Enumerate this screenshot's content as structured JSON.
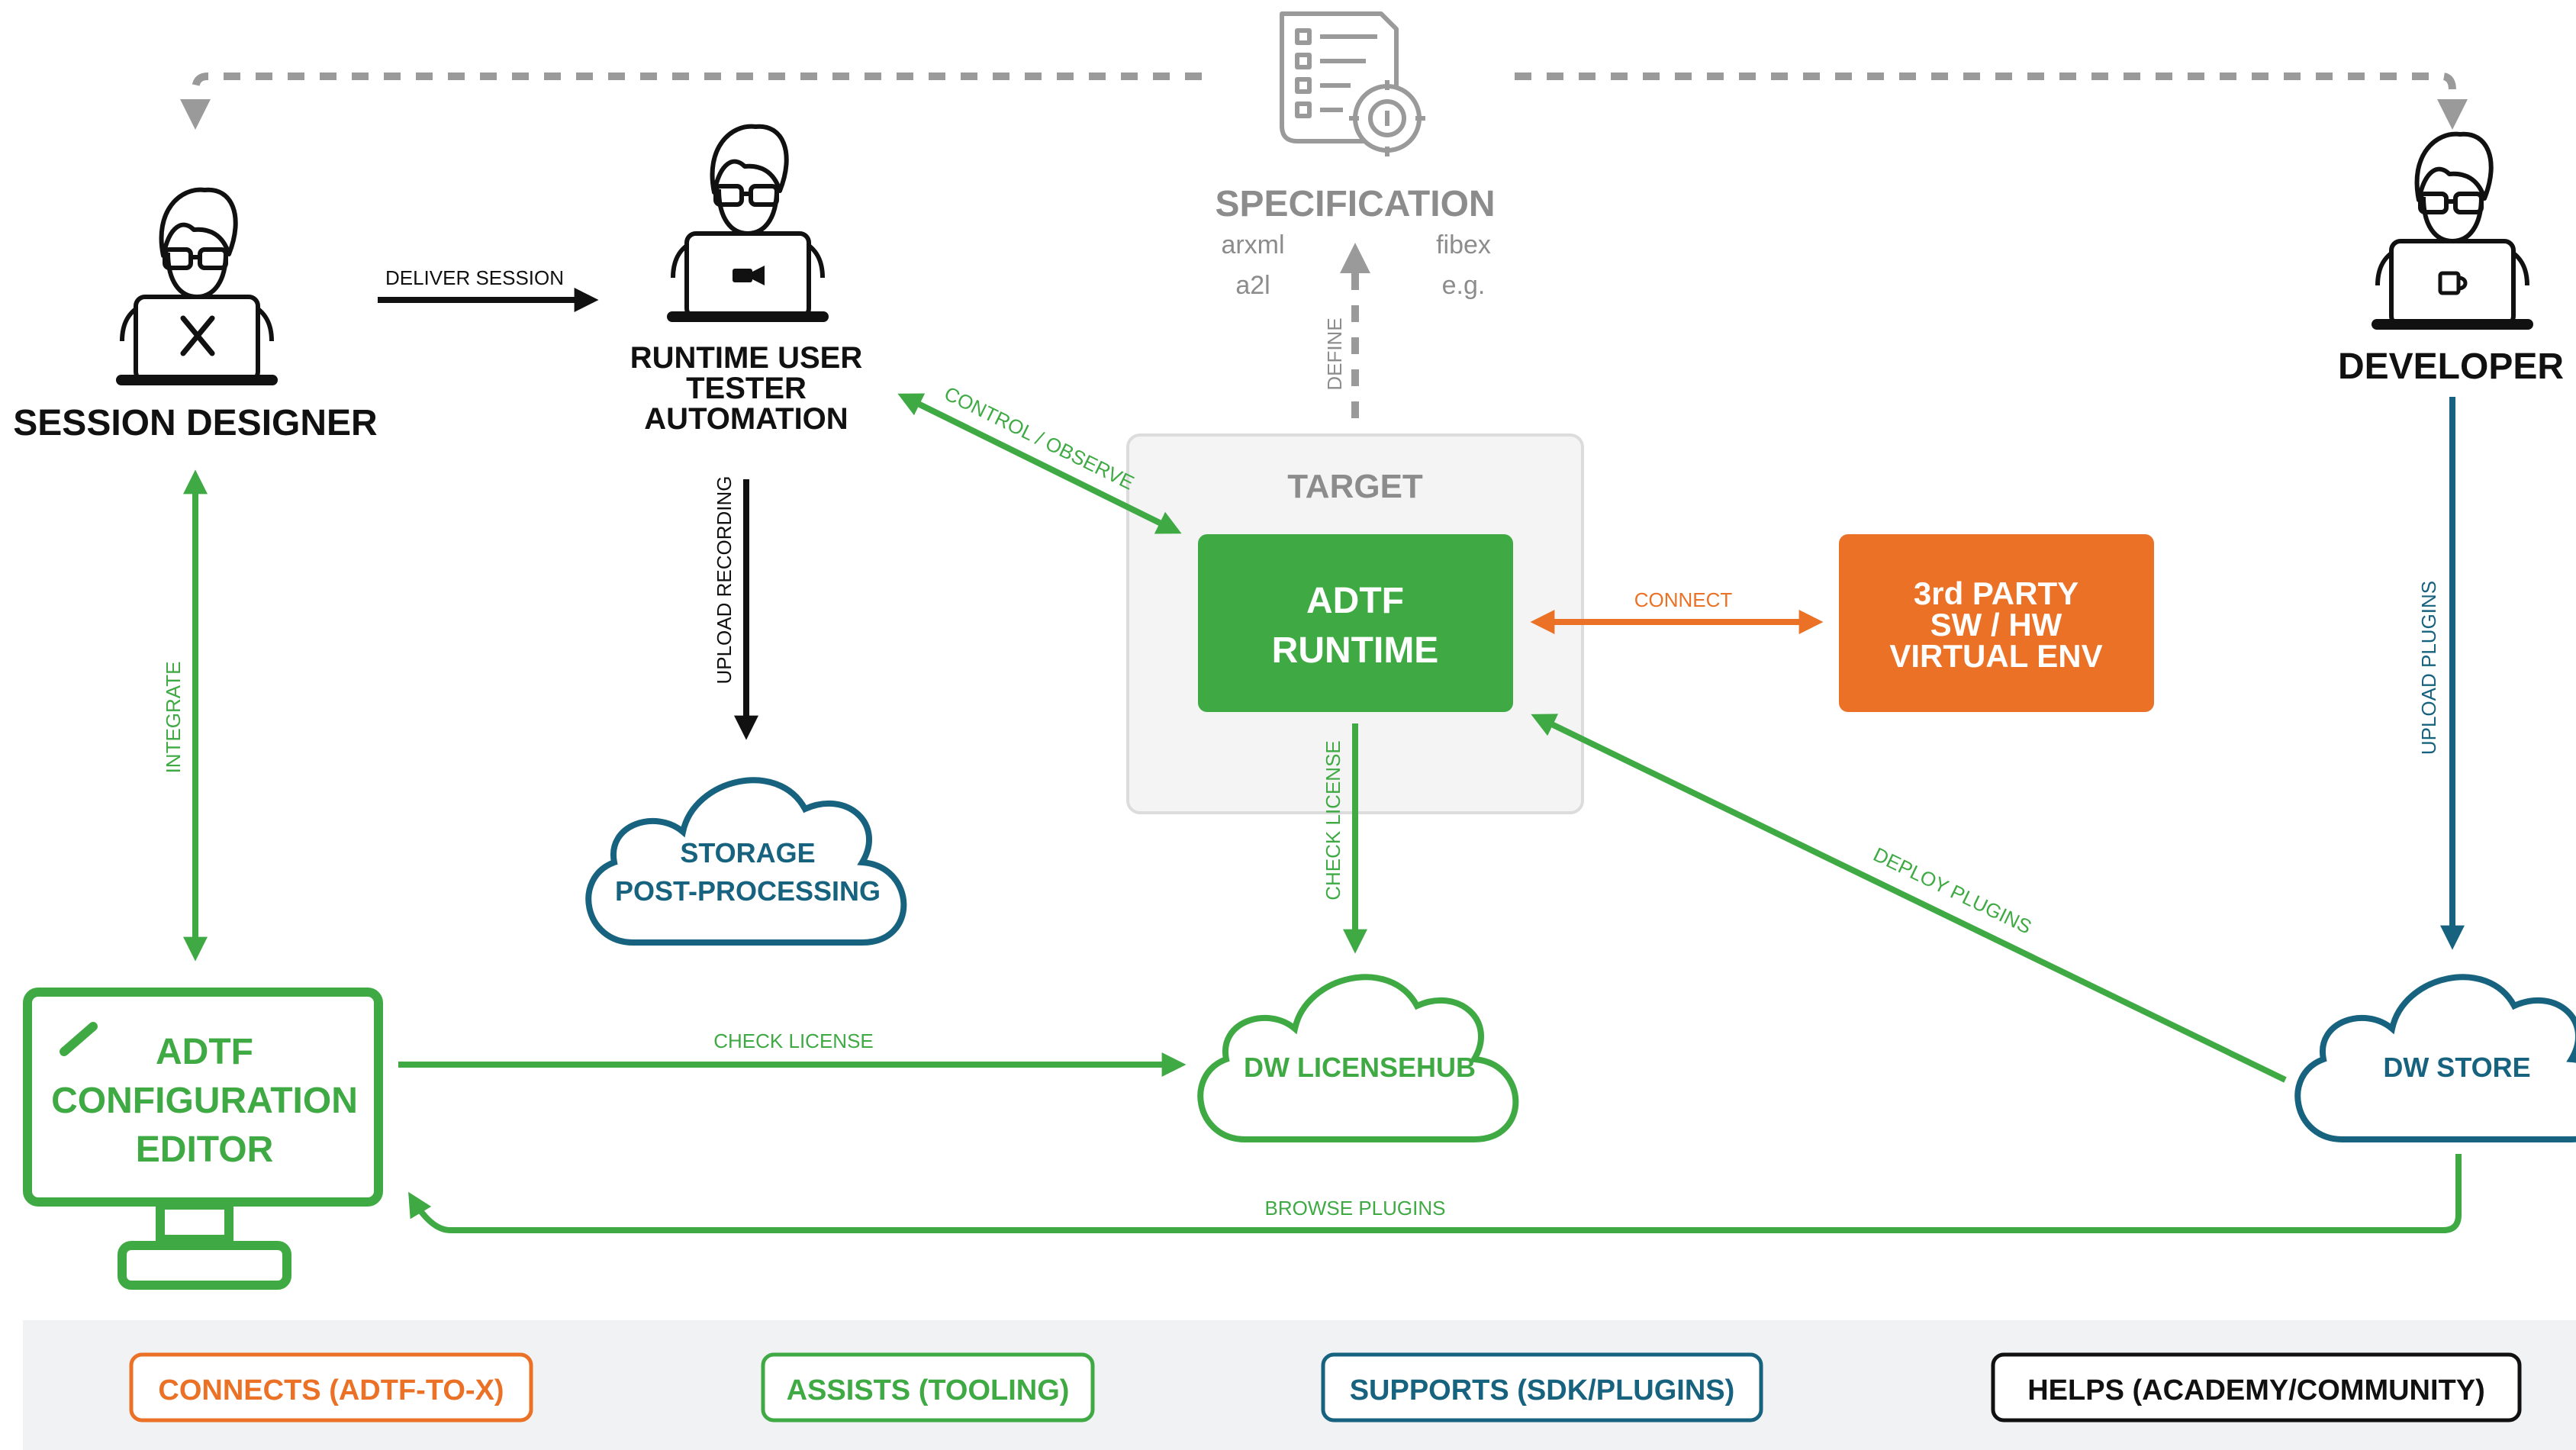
{
  "actors": {
    "session_designer": "SESSION DESIGNER",
    "runtime_user": [
      "RUNTIME USER",
      "TESTER",
      "AUTOMATION"
    ],
    "developer": "DEVELOPER"
  },
  "specification": {
    "title": "SPECIFICATION",
    "formats": [
      "arxml",
      "fibex",
      "a2l",
      "e.g."
    ]
  },
  "target": {
    "title": "TARGET",
    "runtime": [
      "ADTF",
      "RUNTIME"
    ]
  },
  "third_party": [
    "3rd PARTY",
    "SW / HW",
    "VIRTUAL  ENV"
  ],
  "clouds": {
    "storage": [
      "STORAGE",
      "POST-PROCESSING"
    ],
    "licensehub": "DW LICENSEHUB",
    "store": "DW STORE"
  },
  "editor": [
    "ADTF",
    "CONFIGURATION",
    "EDITOR"
  ],
  "edges": {
    "deliver_session": "DELIVER SESSION",
    "upload_recording": "UPLOAD RECORDING",
    "integrate": "INTEGRATE",
    "control_observe": "CONTROL / OBSERVE",
    "define": "DEFINE",
    "connect": "CONNECT",
    "check_license_runtime": "CHECK LICENSE",
    "check_license_editor": "CHECK LICENSE",
    "deploy_plugins": "DEPLOY PLUGINS",
    "upload_plugins": "UPLOAD PLUGINS",
    "browse_plugins": "BROWSE PLUGINS"
  },
  "legend": [
    {
      "label": "CONNECTS (ADTF-TO-X)",
      "color": "#ea7125"
    },
    {
      "label": "ASSISTS (TOOLING)",
      "color": "#3faa44"
    },
    {
      "label": "SUPPORTS (SDK/PLUGINS)",
      "color": "#17637f"
    },
    {
      "label": "HELPS (ACADEMY/COMMUNITY)",
      "color": "#111111"
    }
  ],
  "colors": {
    "green": "#3faa44",
    "orange": "#ea7125",
    "teal": "#17637f",
    "gray": "#9a9a9a",
    "black": "#111111",
    "legend_band": "#f1f2f4",
    "target_box": "#f4f4f4"
  },
  "icons": {
    "specification": "document-gear-icon",
    "designer_laptop": "tools-icon",
    "runtime_laptop": "video-camera-icon",
    "developer_laptop": "coffee-cup-icon",
    "editor": "monitor-icon"
  }
}
